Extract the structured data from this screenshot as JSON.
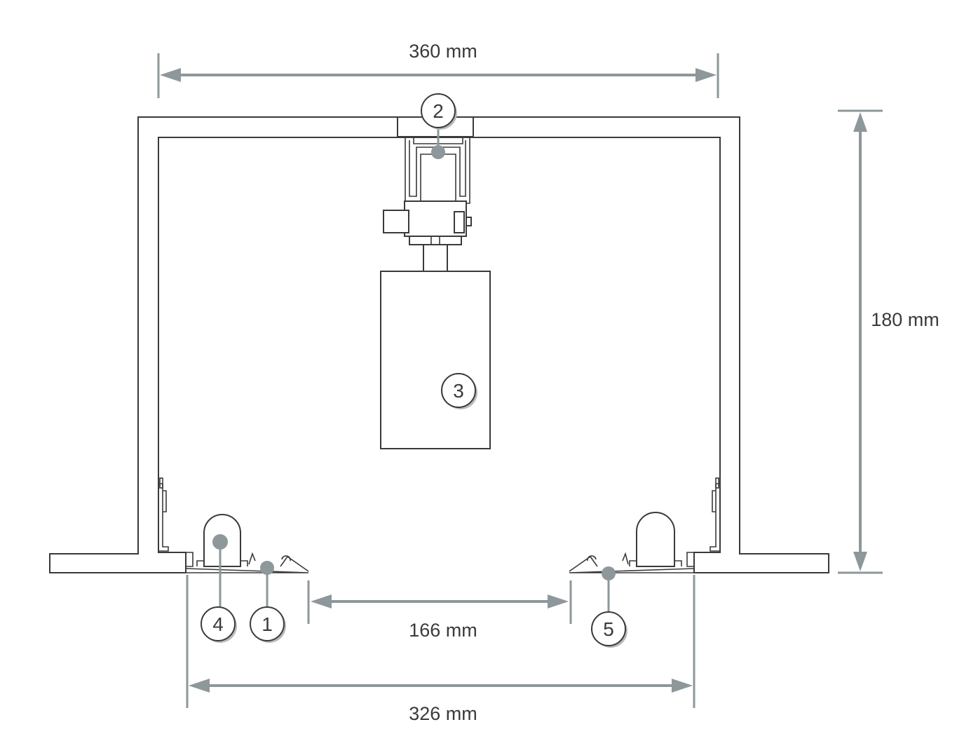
{
  "dimensions": {
    "overall_width": "360 mm",
    "height": "180 mm",
    "opening_width": "166 mm",
    "inner_width": "326 mm"
  },
  "callouts": {
    "c1": "1",
    "c2": "2",
    "c3": "3",
    "c4": "4",
    "c5": "5"
  },
  "colors": {
    "dimension": "#8e9799",
    "outline": "#3a3a3a",
    "background": "#ffffff"
  }
}
